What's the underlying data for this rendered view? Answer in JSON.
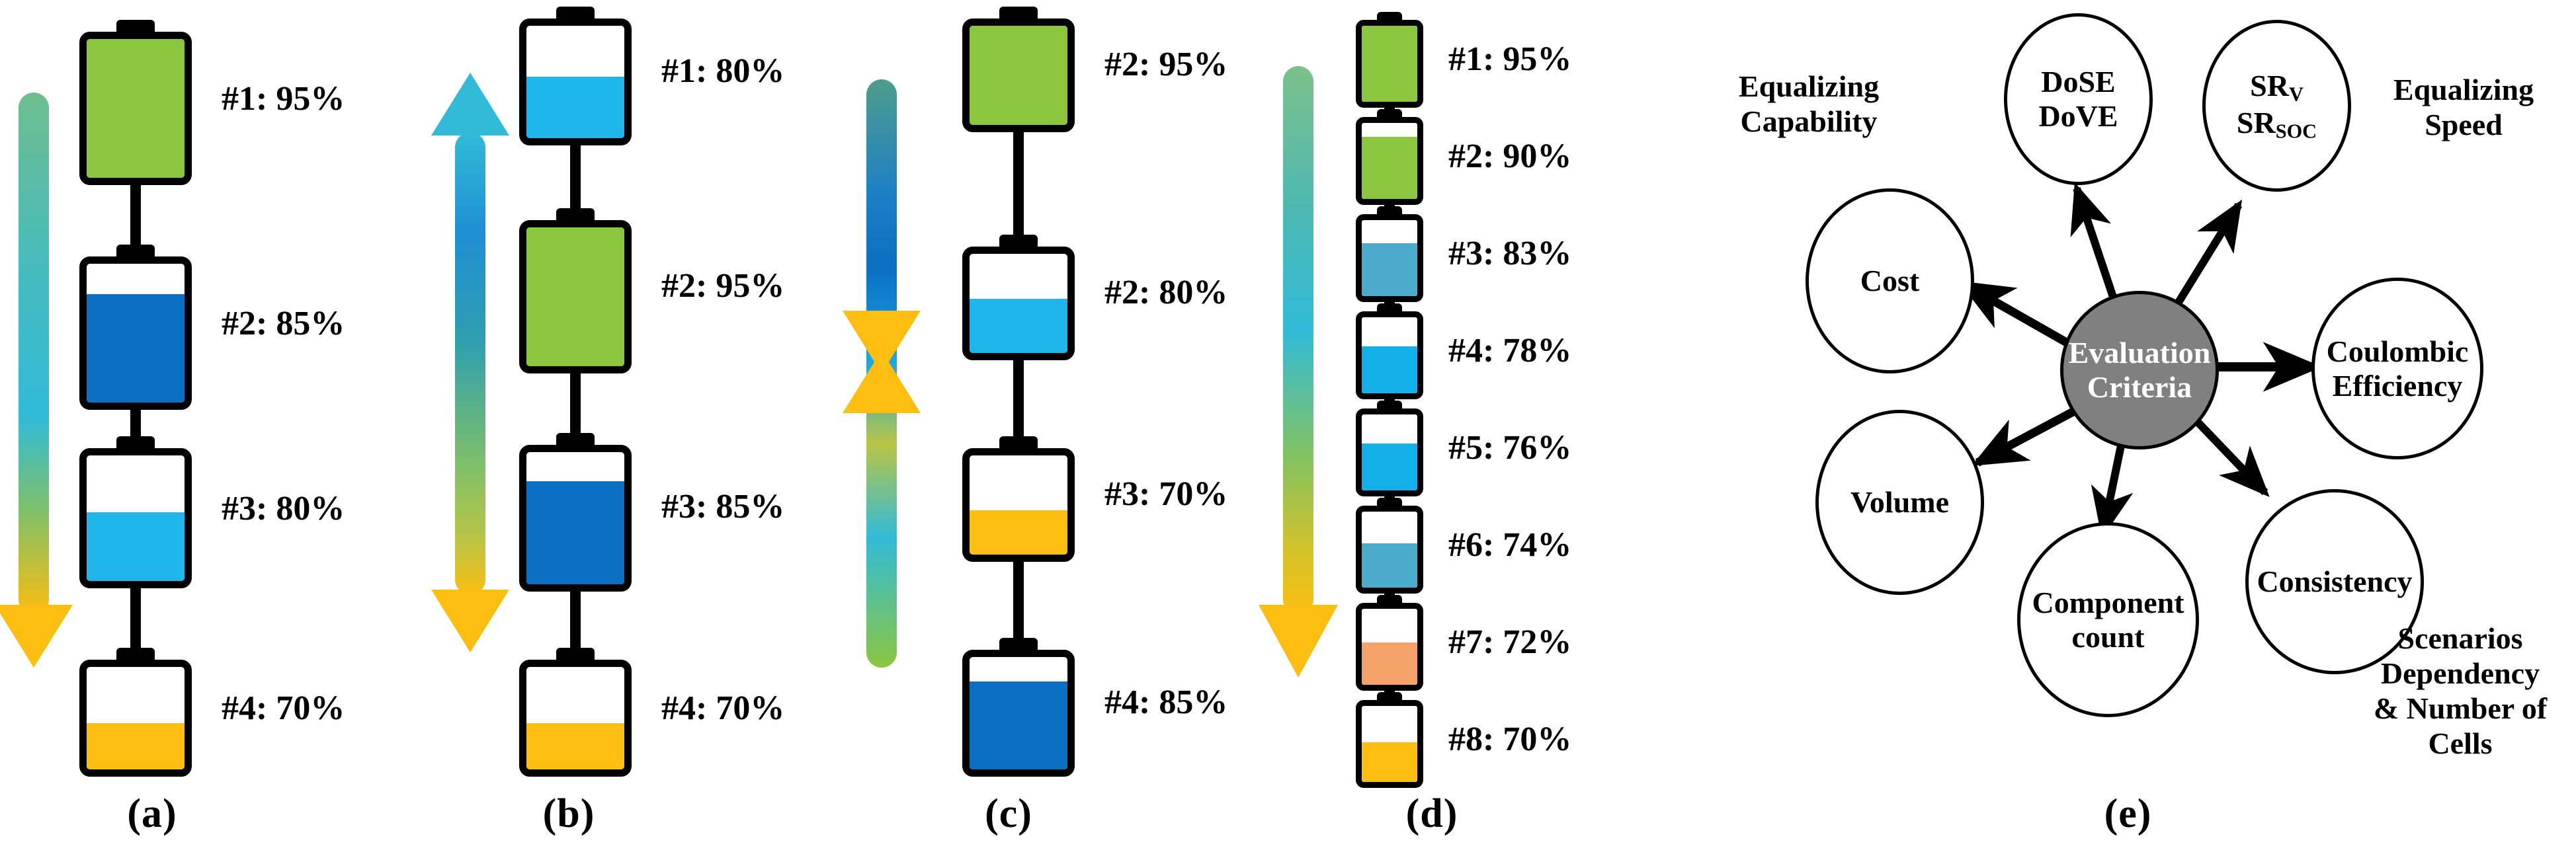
{
  "figure": {
    "panels": [
      {
        "key": "a",
        "label": "(a)",
        "cell_count": 4,
        "cells": [
          {
            "id": "#1",
            "label": "#1: 95%",
            "percent": 95,
            "fill_color": "#8CC63E",
            "fill_fraction": 1.0
          },
          {
            "id": "#2",
            "label": "#2: 85%",
            "percent": 85,
            "fill_color": "#0B6FC2",
            "fill_fraction": 0.78
          },
          {
            "id": "#3",
            "label": "#3: 80%",
            "percent": 80,
            "fill_color": "#1FB6EC",
            "fill_fraction": 0.55
          },
          {
            "id": "#4",
            "label": "#4: 70%",
            "percent": 70,
            "fill_color": "#FCBE11",
            "fill_fraction": 0.45
          }
        ],
        "indicator": {
          "type": "gradient-arrow-down",
          "direction": "down",
          "gradient_stops": [
            "#6DBE8E",
            "#31BBD8",
            "#FCBE11"
          ],
          "arrow_color": "#FCBE11"
        }
      },
      {
        "key": "b",
        "label": "(b)",
        "cell_count": 4,
        "cells": [
          {
            "id": "#1",
            "label": "#1: 80%",
            "percent": 80,
            "fill_color": "#1FB6EC",
            "fill_fraction": 0.55
          },
          {
            "id": "#2",
            "label": "#2: 95%",
            "percent": 95,
            "fill_color": "#8CC63E",
            "fill_fraction": 1.0
          },
          {
            "id": "#3",
            "label": "#3: 85%",
            "percent": 85,
            "fill_color": "#0B6FC2",
            "fill_fraction": 0.78
          },
          {
            "id": "#4",
            "label": "#4: 70%",
            "percent": 70,
            "fill_color": "#FCBE11",
            "fill_fraction": 0.45
          }
        ],
        "indicator": {
          "type": "gradient-double-arrow",
          "direction": "both",
          "gradient_stops": [
            "#31BBD8",
            "#0B6FC2",
            "#8CC63E",
            "#FCBE11"
          ],
          "arrow_color_top": "#31BBD8",
          "arrow_color_bottom": "#FCBE11"
        }
      },
      {
        "key": "c",
        "label": "(c)",
        "cell_count": 4,
        "cells": [
          {
            "id": "#2",
            "label": "#2: 95%",
            "percent": 95,
            "fill_color": "#8CC63E",
            "fill_fraction": 1.0
          },
          {
            "id": "#2",
            "label": "#2: 80%",
            "percent": 80,
            "fill_color": "#1FB6EC",
            "fill_fraction": 0.55
          },
          {
            "id": "#3",
            "label": "#3: 70%",
            "percent": 70,
            "fill_color": "#FCBE11",
            "fill_fraction": 0.45
          },
          {
            "id": "#4",
            "label": "#4: 85%",
            "percent": 85,
            "fill_color": "#0B6FC2",
            "fill_fraction": 0.78
          }
        ],
        "indicator": {
          "type": "gradient-crossed-arrows",
          "direction": "converging",
          "gradient_stops": [
            "#4E9D8C",
            "#0B6FC2",
            "#31BBD8",
            "#8CC63E"
          ],
          "arrow_color": "#FCBE11"
        }
      },
      {
        "key": "d",
        "label": "(d)",
        "cell_count": 8,
        "cells": [
          {
            "id": "#1",
            "label": "#1: 95%",
            "percent": 95,
            "fill_color": "#8CC63E",
            "fill_fraction": 1.0
          },
          {
            "id": "#2",
            "label": "#2: 90%",
            "percent": 90,
            "fill_color": "#8CC63E",
            "fill_fraction": 0.82
          },
          {
            "id": "#3",
            "label": "#3: 83%",
            "percent": 83,
            "fill_color": "#4BABCB",
            "fill_fraction": 0.7
          },
          {
            "id": "#4",
            "label": "#4: 78%",
            "percent": 78,
            "fill_color": "#13AFEA",
            "fill_fraction": 0.62
          },
          {
            "id": "#5",
            "label": "#5: 76%",
            "percent": 76,
            "fill_color": "#13AFEA",
            "fill_fraction": 0.62
          },
          {
            "id": "#6",
            "label": "#6: 74%",
            "percent": 74,
            "fill_color": "#4BABCB",
            "fill_fraction": 0.58
          },
          {
            "id": "#7",
            "label": "#7: 72%",
            "percent": 72,
            "fill_color": "#F4A26A",
            "fill_fraction": 0.56
          },
          {
            "id": "#8",
            "label": "#8: 70%",
            "percent": 70,
            "fill_color": "#FCBE11",
            "fill_fraction": 0.52
          }
        ],
        "indicator": {
          "type": "gradient-arrow-down",
          "direction": "down",
          "gradient_stops": [
            "#7BC18B",
            "#31BBD8",
            "#FCBE11"
          ],
          "arrow_color": "#FCBE11"
        }
      }
    ],
    "criteria_diagram": {
      "key": "e",
      "label": "(e)",
      "center": {
        "name": "center-node",
        "text_lines": [
          "Evaluation",
          "Criteria"
        ],
        "fill": "#808080",
        "text_color": "#ffffff"
      },
      "nodes": [
        {
          "name": "dose-dove",
          "text_lines": [
            "DoSE",
            "DoVE"
          ],
          "has_subscript": false
        },
        {
          "name": "sr-v-sr-soc",
          "text_lines": [
            "SR",
            "SR"
          ],
          "subscripts": [
            "V",
            "SOC"
          ],
          "has_subscript": true
        },
        {
          "name": "coulombic-efficiency",
          "text_lines": [
            "Coulombic",
            "Efficiency"
          ],
          "has_subscript": false
        },
        {
          "name": "consistency",
          "text_lines": [
            "Consistency"
          ],
          "has_subscript": false
        },
        {
          "name": "component-count",
          "text_lines": [
            "Component",
            "count"
          ],
          "has_subscript": false
        },
        {
          "name": "volume",
          "text_lines": [
            "Volume"
          ],
          "has_subscript": false
        },
        {
          "name": "cost",
          "text_lines": [
            "Cost"
          ],
          "has_subscript": false
        }
      ],
      "annotations": [
        {
          "name": "equalizing-capability",
          "text_lines": [
            "Equalizing",
            "Capability"
          ]
        },
        {
          "name": "equalizing-speed",
          "text_lines": [
            "Equalizing",
            "Speed"
          ]
        },
        {
          "name": "scenarios-dependency",
          "text_lines": [
            "Scenarios",
            "Dependency",
            "& Number of Cells"
          ]
        }
      ],
      "arrow_count": 7,
      "arrow_color": "#000000"
    },
    "colors": {
      "green": "#8CC63E",
      "dark_blue": "#0B6FC2",
      "light_blue": "#1FB6EC",
      "teal_blue": "#4BABCB",
      "orange": "#F4A26A",
      "yellow": "#FCBE11",
      "outline": "#000000",
      "center_node": "#808080",
      "background": "#FFFFFF"
    }
  }
}
